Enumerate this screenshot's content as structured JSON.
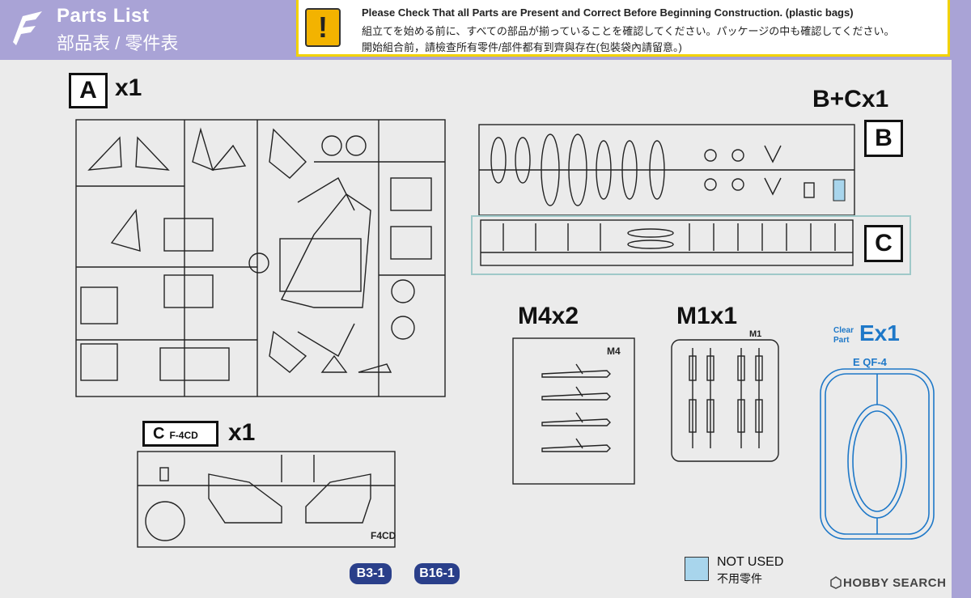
{
  "header": {
    "title_en": "Parts List",
    "title_cn": "部品表 / 零件表"
  },
  "warning": {
    "line1": "Please Check That all Parts are Present and Correct Before Beginning Construction. (plastic bags)",
    "line2": "組立てを始める前に、すべての部品が揃っていることを確認してください。パッケージの中も確認してください。",
    "line3": "開始組合前，請檢查所有零件/部件都有到齊與存在(包裝袋內請留意。)",
    "icon_glyph": "!"
  },
  "sprues": {
    "a": {
      "letter": "A",
      "count": "x1"
    },
    "bc": {
      "count": "B+Cx1"
    },
    "b": {
      "letter": "B"
    },
    "c": {
      "letter": "C"
    },
    "c_f4cd": {
      "letter": "C",
      "variant": "F-4CD",
      "count": "x1",
      "frame_label": "F4CD"
    },
    "m4": {
      "count": "M4x2",
      "frame_label": "M4"
    },
    "m1": {
      "count": "M1x1",
      "frame_label": "M1"
    },
    "e": {
      "clear1": "Clear",
      "clear2": "Part",
      "count": "Ex1",
      "frame_label": "E QF-4"
    }
  },
  "refs": {
    "b3": "B3-1",
    "b16": "B16-1"
  },
  "legend": {
    "not_used_en": "NOT USED",
    "not_used_cn": "不用零件",
    "swatch_color": "#a8d5ec"
  },
  "watermark": "HOBBY SEARCH",
  "colors": {
    "header_band": "#a9a3d6",
    "warning_border": "#f2d200",
    "clear_blue": "#1e78c8",
    "ref_badge": "#2a3f8a"
  }
}
